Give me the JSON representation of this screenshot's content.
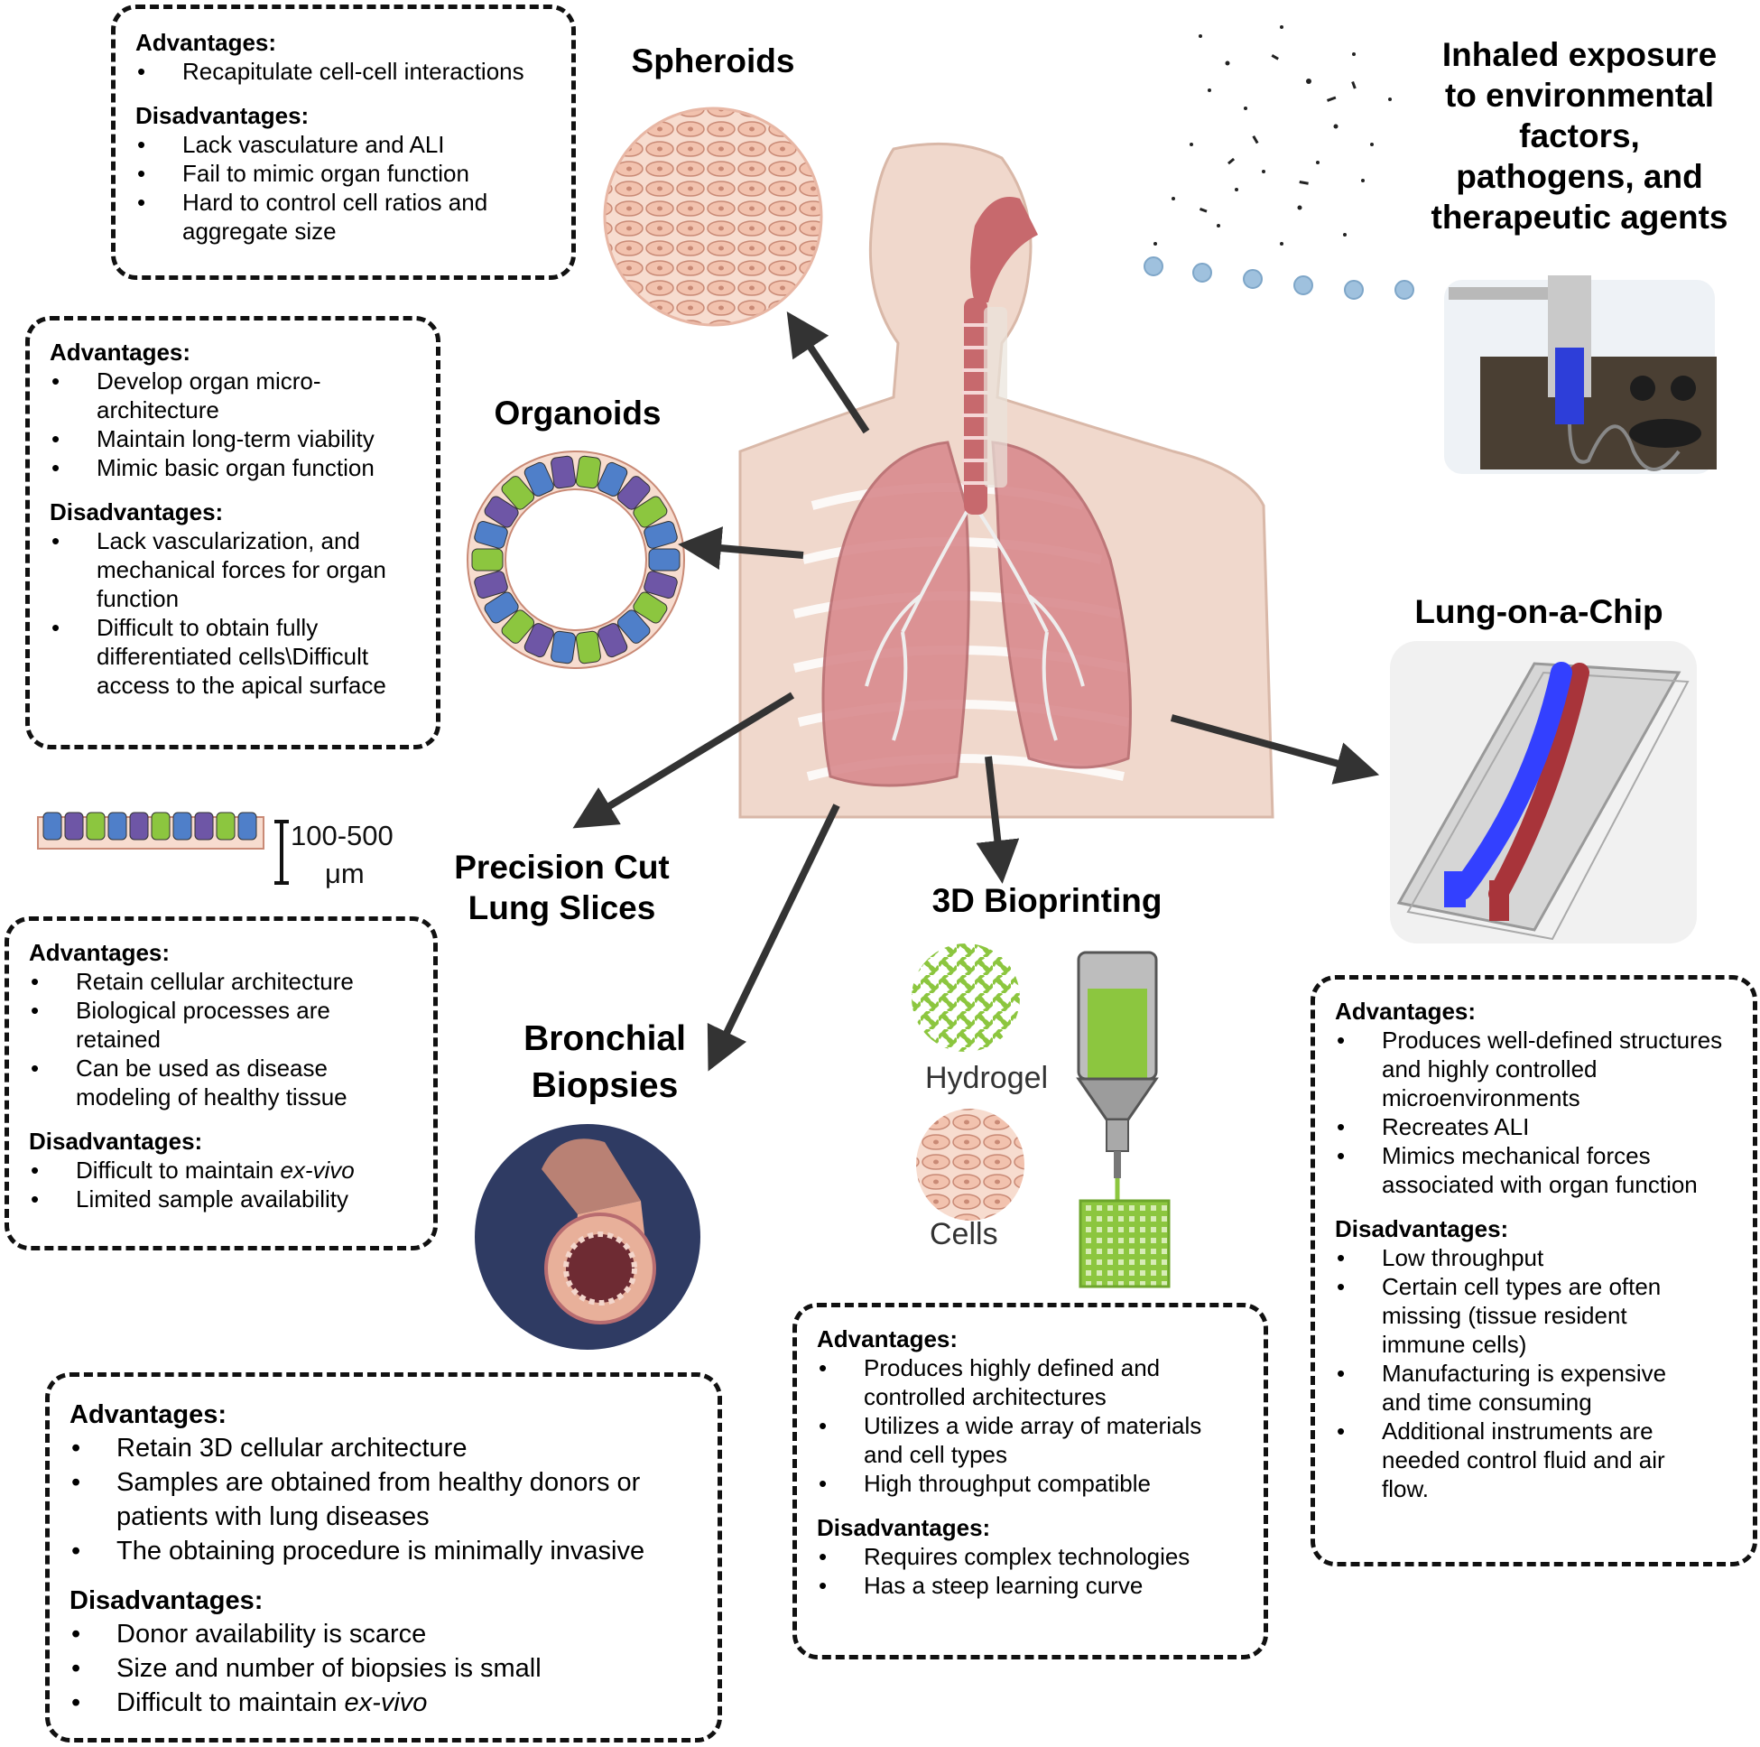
{
  "titles": {
    "spheroids": "Spheroids",
    "organoids": "Organoids",
    "pcls_line1": "Precision Cut",
    "pcls_line2": "Lung Slices",
    "bronchial_line1": "Bronchial",
    "bronchial_line2": "Biopsies",
    "bioprinting": "3D Bioprinting",
    "lung_chip": "Lung-on-a-Chip",
    "inhaled": [
      "Inhaled exposure",
      "to environmental",
      "factors,",
      "pathogens, and",
      "therapeutic agents"
    ]
  },
  "labels": {
    "hydrogel": "Hydrogel",
    "cells": "Cells",
    "scale_value": "100-500",
    "scale_unit": "μm"
  },
  "spheroids_box": {
    "adv_head": "Advantages:",
    "adv": [
      "Recapitulate cell-cell interactions"
    ],
    "dis_head": "Disadvantages:",
    "dis": [
      "Lack vasculature and ALI",
      "Fail to mimic organ function",
      "Hard to control cell ratios and aggregate size"
    ]
  },
  "organoids_box": {
    "adv_head": "Advantages:",
    "adv": [
      "Develop organ micro-architecture",
      "Maintain long-term viability",
      "Mimic basic organ function"
    ],
    "dis_head": "Disadvantages:",
    "dis": [
      "Lack vascularization, and mechanical forces for organ function",
      "Difficult to obtain fully differentiated cells\\Difficult access to the apical surface"
    ]
  },
  "pcls_box": {
    "adv_head": "Advantages:",
    "adv": [
      "Retain cellular architecture",
      "Biological processes are retained",
      "Can be used as disease modeling of healthy tissue"
    ],
    "dis_head": "Disadvantages:",
    "dis_1_pre": "Difficult to maintain ",
    "dis_1_em": "ex-vivo",
    "dis_2": "Limited sample availability"
  },
  "bronchial_box": {
    "adv_head": "Advantages:",
    "adv": [
      "Retain 3D cellular architecture",
      "Samples are obtained from healthy donors or patients with lung diseases",
      "The obtaining procedure is minimally invasive"
    ],
    "dis_head": "Disadvantages:",
    "dis_1": "Donor availability is scarce",
    "dis_2": "Size and number of biopsies is small",
    "dis_3_pre": "Difficult to maintain ",
    "dis_3_em": "ex-vivo"
  },
  "bioprinting_box": {
    "adv_head": "Advantages:",
    "adv": [
      "Produces highly defined and controlled architectures",
      "Utilizes a wide array of materials and cell types",
      "High throughput compatible"
    ],
    "dis_head": "Disadvantages:",
    "dis": [
      "Requires complex technologies",
      "Has a steep learning curve"
    ]
  },
  "chip_box": {
    "adv_head": "Advantages:",
    "adv": [
      "Produces well-defined structures and highly controlled microenvironments",
      "Recreates ALI",
      "Mimics mechanical forces associated with organ function"
    ],
    "dis_head": "Disadvantages:",
    "dis": [
      "Low throughput",
      "Certain cell types  are often missing (tissue resident immune cells)",
      "Manufacturing is expensive and time consuming",
      "Additional instruments are needed control fluid and air flow."
    ]
  },
  "colors": {
    "cell_pink": "#f2c2ae",
    "cell_outline": "#c98a76",
    "blue_cell": "#4f7fc9",
    "purple_cell": "#6e56a6",
    "green_cell": "#8cc63f",
    "lung": "#d98b8e",
    "skin": "#f0d8cc",
    "chip_blue": "#3340ff",
    "chip_red": "#a8343a",
    "droplet": "#9fc1de",
    "biopsy_bg": "#2f3b63"
  }
}
